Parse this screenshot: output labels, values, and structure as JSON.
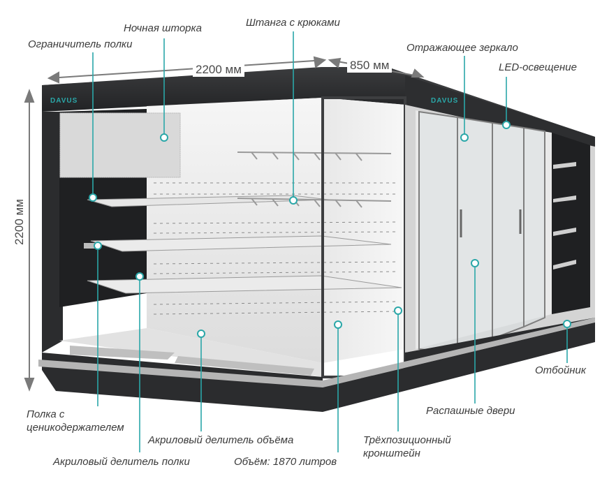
{
  "brand": "DAVUS",
  "dimensions": {
    "width": "2200 мм",
    "depth": "850 мм",
    "height": "2200 мм"
  },
  "labels": {
    "night_curtain": "Ночная шторка",
    "shelf_limiter": "Ограничитель полки",
    "hook_bar": "Штанга с крюками",
    "reflective_mirror": "Отражающее зеркало",
    "led_lighting": "LED-освещение",
    "bumper": "Отбойник",
    "swing_doors": "Распашные двери",
    "shelf_price_holder_1": "Полка с",
    "shelf_price_holder_2": "ценикодержателем",
    "acrylic_volume_divider": "Акриловый делитель объёма",
    "three_position_bracket_1": "Трёхпозиционный",
    "three_position_bracket_2": "кронштейн",
    "acrylic_shelf_divider": "Акриловый делитель полки",
    "volume": "Объём: 1870 литров"
  },
  "colors": {
    "accent": "#2aa7a8",
    "body": "#2b2c2e",
    "interior": "#eeeeee"
  }
}
